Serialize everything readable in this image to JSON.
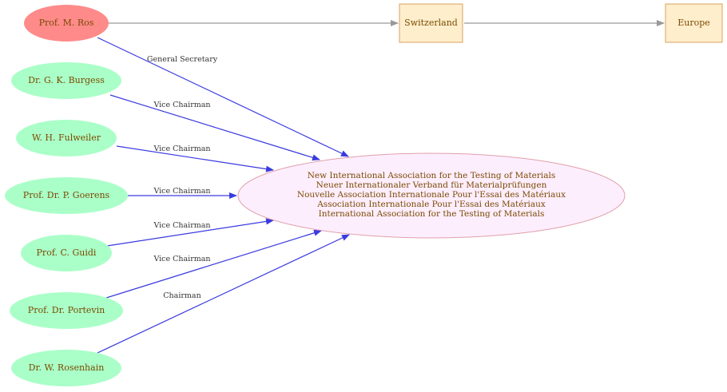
{
  "diagram": {
    "center": {
      "lines": [
        "New International Association for the Testing of Materials",
        "Neuer Internationaler Verband für Materialprüfungen",
        "Nouvelle Association Internationale Pour l'Essai des Matériaux",
        "Association Internationale Pour l'Essai des Matériaux",
        "International Association for the Testing of Materials"
      ]
    },
    "people": [
      {
        "name": "Prof. M. Ros",
        "role": "General Secretary"
      },
      {
        "name": "Dr. G. K. Burgess",
        "role": "Vice Chairman"
      },
      {
        "name": "W. H. Fulweiler",
        "role": "Vice Chairman"
      },
      {
        "name": "Prof. Dr. P. Goerens",
        "role": "Vice Chairman"
      },
      {
        "name": "Prof. C. Guidi",
        "role": "Vice Chairman"
      },
      {
        "name": "Prof. Dr. Portevin",
        "role": "Vice Chairman"
      },
      {
        "name": "Dr. W. Rosenhain",
        "role": "Chairman"
      }
    ],
    "places": [
      {
        "name": "Switzerland"
      },
      {
        "name": "Europe"
      }
    ],
    "colors": {
      "highlight_person": "#ff8a8a",
      "person": "#aaffc8",
      "center_fill": "#fdeefe",
      "center_stroke": "#e0a0a8",
      "place_fill": "#ffeecc",
      "place_stroke": "#d9a15f",
      "role_edge": "#3a3ae0",
      "place_edge": "#999999"
    }
  }
}
